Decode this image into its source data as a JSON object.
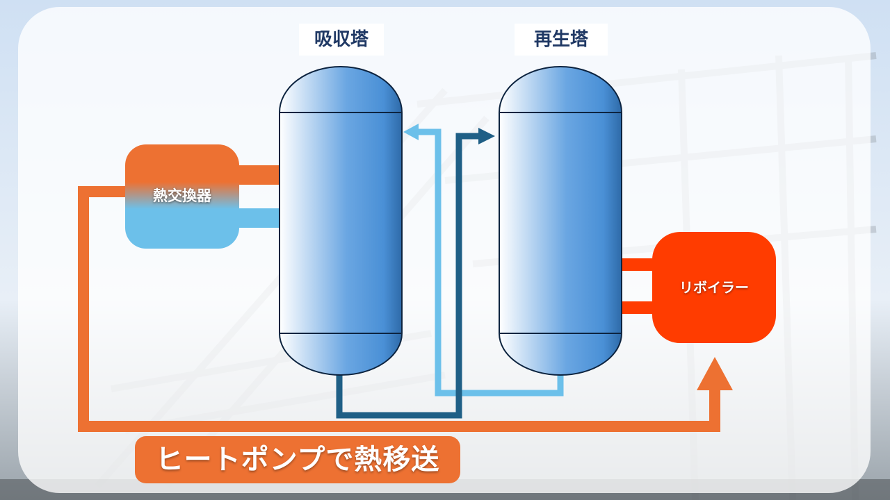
{
  "labels": {
    "absorber": "吸収塔",
    "regenerator": "再生塔",
    "heat_exchanger": "熱交換器",
    "reboiler": "リボイラー",
    "banner": "ヒートポンプで熱移送"
  },
  "colors": {
    "orange": "#ed7132",
    "light_blue": "#6cc0ea",
    "dark_blue": "#1f5f86",
    "reboiler_red": "#ff3c00",
    "tower_blue": "#4a90d6",
    "label_navy": "#1f3864"
  }
}
